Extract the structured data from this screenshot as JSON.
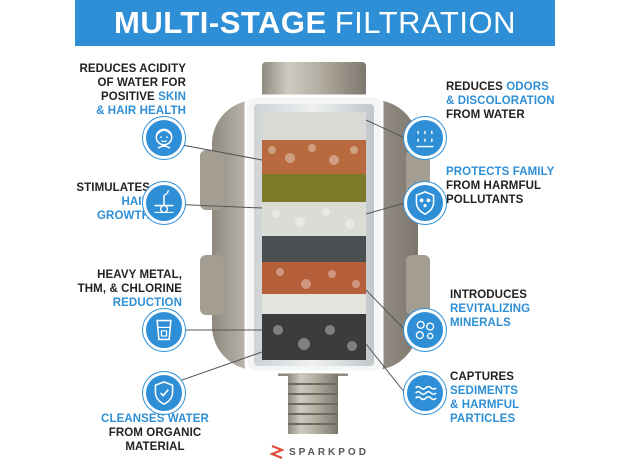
{
  "title": {
    "bold": "MULTI-STAGE",
    "light": "FILTRATION"
  },
  "labels": {
    "acidity": {
      "line1": "REDUCES ACIDITY",
      "line2": "OF WATER FOR",
      "line3a": "POSITIVE ",
      "line3b": "SKIN",
      "line4": "& HAIR HEALTH"
    },
    "growth": {
      "line1": "STIMULATES",
      "line2": "HAIR",
      "line3": "GROWTH"
    },
    "metal": {
      "line1": "HEAVY METAL,",
      "line2": "THM, & CHLORINE",
      "line3": "REDUCTION"
    },
    "cleanses": {
      "line1a": "CLEANSES ",
      "line1b": "WATER",
      "line2": "FROM ORGANIC",
      "line3": "MATERIAL"
    },
    "odors": {
      "line1a": "REDUCES ",
      "line1b": "ODORS",
      "line2": "& DISCOLORATION",
      "line3": "FROM WATER"
    },
    "family": {
      "line1": "PROTECTS FAMILY",
      "line2": "FROM  HARMFUL",
      "line3": "POLLUTANTS"
    },
    "minerals": {
      "line1": "INTRODUCES",
      "line2": "REVITALIZING",
      "line3": "MINERALS"
    },
    "sediments": {
      "line1": "CAPTURES",
      "line2": "SEDIMENTS",
      "line3": "& HARMFUL",
      "line4": "PARTICLES"
    }
  },
  "icons": {
    "face": "face-icon",
    "hair": "hair-follicle-icon",
    "glass": "water-glass-icon",
    "shield": "shield-leaf-icon",
    "droplets": "water-droplets-icon",
    "family": "family-shield-icon",
    "minerals": "minerals-icon",
    "sediment": "sediment-waves-icon"
  },
  "brand": "SPARKPOD",
  "colors": {
    "accent": "#2e8fd6",
    "text": "#222222",
    "housing": "#b9b3a8"
  }
}
